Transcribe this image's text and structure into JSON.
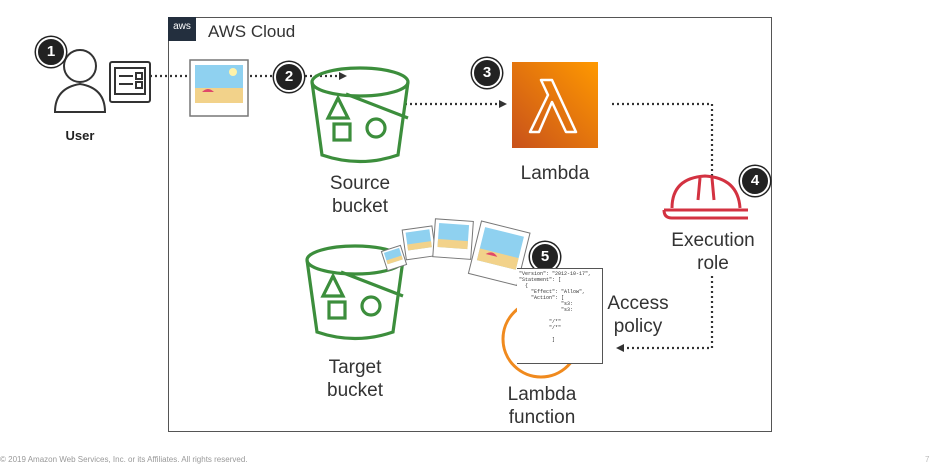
{
  "cloud": {
    "tag": "aws",
    "title": "AWS Cloud"
  },
  "steps": [
    "1",
    "2",
    "3",
    "4",
    "5"
  ],
  "nodes": {
    "user": "User",
    "source_bucket": [
      "Source",
      "bucket"
    ],
    "lambda": "Lambda",
    "execution_role": [
      "Execution",
      "role"
    ],
    "access_policy": [
      "Access",
      "policy"
    ],
    "target_bucket": [
      "Target",
      "bucket"
    ],
    "lambda_function": [
      "Lambda",
      "function"
    ]
  },
  "policy_text": "\"Version\": \"2012-10-17\",\n\"Statement\": [\n  {\n    \"Effect\": \"Allow\",\n    \"Action\": [\n              \"s3:\n              \"s3:\n\n          \"/*\"\n          \"/*\"\n\n           ]",
  "colors": {
    "bucket": "#3c8e3c",
    "lambda_orange": "#f08a1e",
    "role_red": "#d33241",
    "frame": "#555555"
  },
  "footer": "© 2019 Amazon Web Services, Inc. or its Affiliates. All rights reserved.",
  "page_number": "7"
}
